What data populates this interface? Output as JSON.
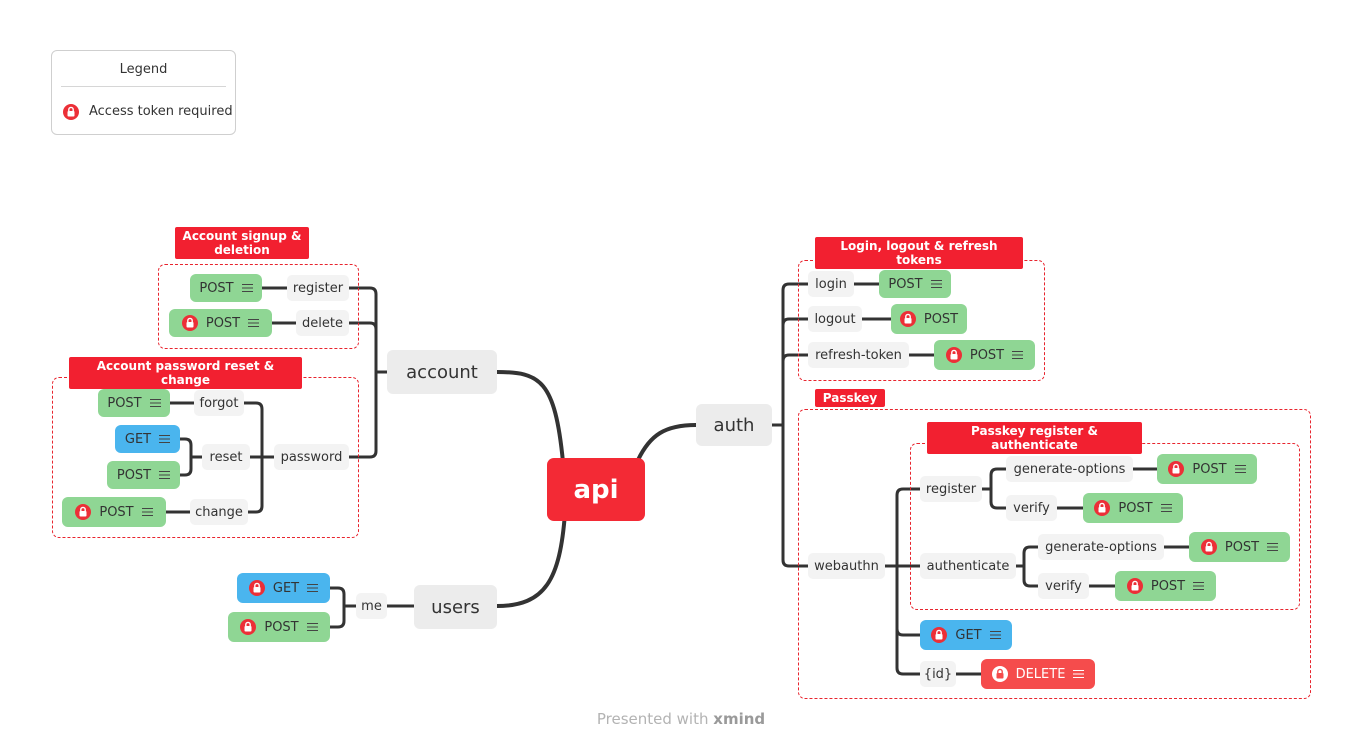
{
  "legend": {
    "title": "Legend",
    "item": "Access token required",
    "item_icon": "lock-icon"
  },
  "colors": {
    "root": "#f32a35",
    "post": "#8fd694",
    "get": "#4ab5ee",
    "delete": "#f54c4c",
    "boundary": "#e8242e",
    "connector": "#333333"
  },
  "nodes": {
    "root": "api",
    "account": "account",
    "users": "users",
    "auth": "auth",
    "register": "register",
    "delete": "delete",
    "password": "password",
    "forgot": "forgot",
    "reset": "reset",
    "change": "change",
    "me": "me",
    "login": "login",
    "logout": "logout",
    "refresh_token": "refresh-token",
    "webauthn": "webauthn",
    "wa_register": "register",
    "wa_authenticate": "authenticate",
    "gen_options_1": "generate-options",
    "verify_1": "verify",
    "gen_options_2": "generate-options",
    "verify_2": "verify",
    "id": "{id}"
  },
  "methods": {
    "register_post": "POST",
    "delete_post": "POST",
    "forgot_post": "POST",
    "reset_get": "GET",
    "reset_post": "POST",
    "change_post": "POST",
    "me_get": "GET",
    "me_post": "POST",
    "login_post": "POST",
    "logout_post": "POST",
    "refresh_post": "POST",
    "gen1_post": "POST",
    "verify1_post": "POST",
    "gen2_post": "POST",
    "verify2_post": "POST",
    "webauthn_get": "GET",
    "id_delete": "DELETE"
  },
  "boundaries": {
    "signup": "Account signup & deletion",
    "password": "Account password reset & change",
    "login": "Login, logout & refresh tokens",
    "passkey": "Passkey",
    "passkey_sub": "Passkey register & authenticate"
  },
  "footer": {
    "prefix": "Presented with",
    "brand": "xmind"
  }
}
